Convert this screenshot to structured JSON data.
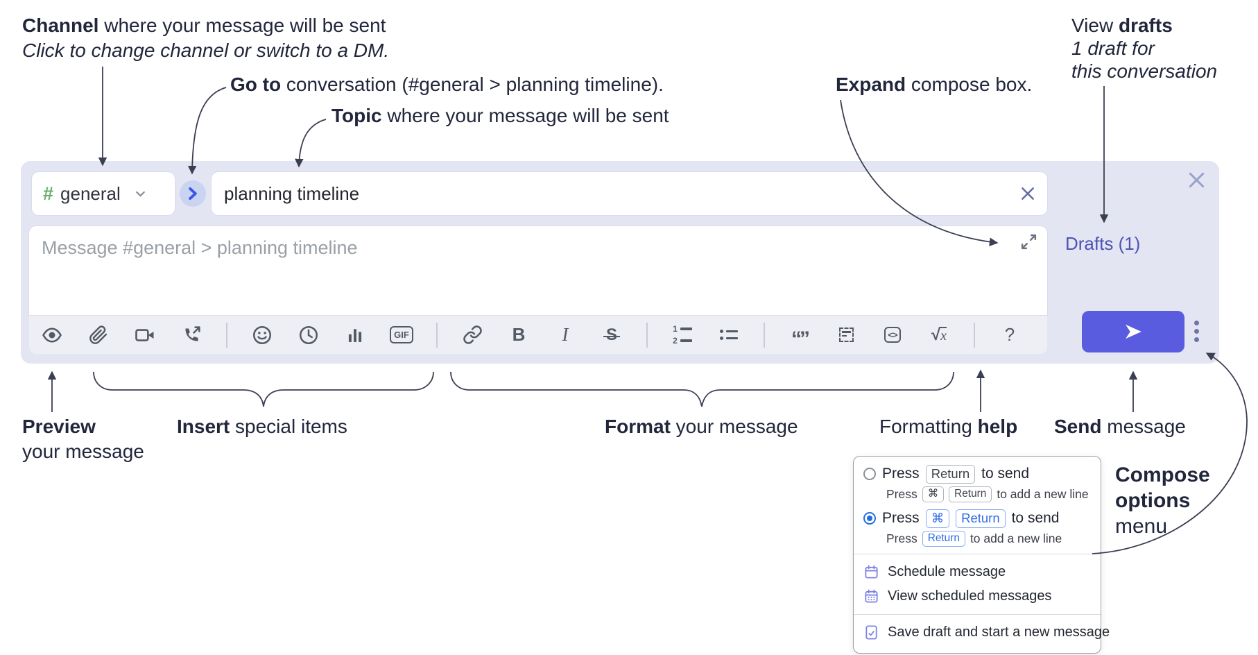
{
  "annotations": {
    "channel": {
      "bold": "Channel",
      "rest": " where your message will be sent",
      "sub": "Click to change channel or switch to a DM."
    },
    "goto": {
      "bold": "Go to",
      "rest": " conversation (#general > planning timeline)."
    },
    "topic": {
      "bold": "Topic",
      "rest": " where your message will be sent"
    },
    "view_drafts": {
      "line1_pre": "View ",
      "line1_bold": "drafts",
      "line2": "1 draft for",
      "line3": "this conversation"
    },
    "expand": {
      "bold": "Expand",
      "rest": " compose box."
    },
    "preview": {
      "bold": "Preview",
      "rest": "your message"
    },
    "insert": {
      "bold": "Insert",
      "rest": " special items"
    },
    "format": {
      "bold": "Format",
      "rest": " your message"
    },
    "formatting_help": {
      "pre": "Formatting ",
      "bold": "help"
    },
    "send": {
      "bold": "Send",
      "rest": " message"
    },
    "compose_options": {
      "bold1": "Compose",
      "bold2": "options",
      "rest": "menu"
    }
  },
  "compose": {
    "channel_hash": "#",
    "channel_name": "general",
    "topic_value": "planning timeline",
    "message_placeholder": "Message #general > planning timeline",
    "drafts_label": "Drafts (1)",
    "toolbar_icons": [
      "preview-eye",
      "attach-file",
      "start-video-call",
      "start-voice-call",
      "add-emoji",
      "add-global-time",
      "add-poll",
      "add-gif",
      "insert-link",
      "bold",
      "italic",
      "strikethrough",
      "numbered-list",
      "bulleted-list",
      "quote",
      "spoiler",
      "code",
      "math",
      "formatting-help"
    ],
    "toolbar_glyphs": {
      "gif": "GIF",
      "bold": "B",
      "italic": "I",
      "strike": "S",
      "quote": "“”",
      "code": "<>",
      "sqrt": "√",
      "sqrt_x": "x",
      "help": "?",
      "ol_1": "1",
      "ol_2": "2"
    }
  },
  "popup": {
    "option_enter": {
      "selected": false,
      "main": {
        "t1": "Press",
        "k1": "Return",
        "t2": "to send"
      },
      "sub": {
        "t1": "Press",
        "k1": "⌘",
        "k2": "Return",
        "t2": "to add a new line"
      }
    },
    "option_cmd_enter": {
      "selected": true,
      "main": {
        "t1": "Press",
        "k1": "⌘",
        "k2": "Return",
        "t2": "to send"
      },
      "sub": {
        "t1": "Press",
        "k1": "Return",
        "t2": "to add a new line"
      }
    },
    "menu_items": [
      {
        "icon": "calendar-icon",
        "label": "Schedule message"
      },
      {
        "icon": "calendar-grid-icon",
        "label": "View scheduled messages"
      },
      {
        "icon": "draft-doc-icon",
        "label": "Save draft and start a new message"
      }
    ]
  },
  "colors": {
    "compose_bg": "#e3e5f3",
    "accent_send": "#5a5ce0",
    "drafts_link": "#4d53b3",
    "hash_green": "#62b06a",
    "goto_bg": "#cad3f2",
    "goto_chevron": "#3a56e8",
    "radio_sel": "#1f6fe0",
    "kbd_blue": "#2e6de6",
    "menu_icon": "#7f81e4",
    "annotation_ink": "#3a3f51"
  }
}
